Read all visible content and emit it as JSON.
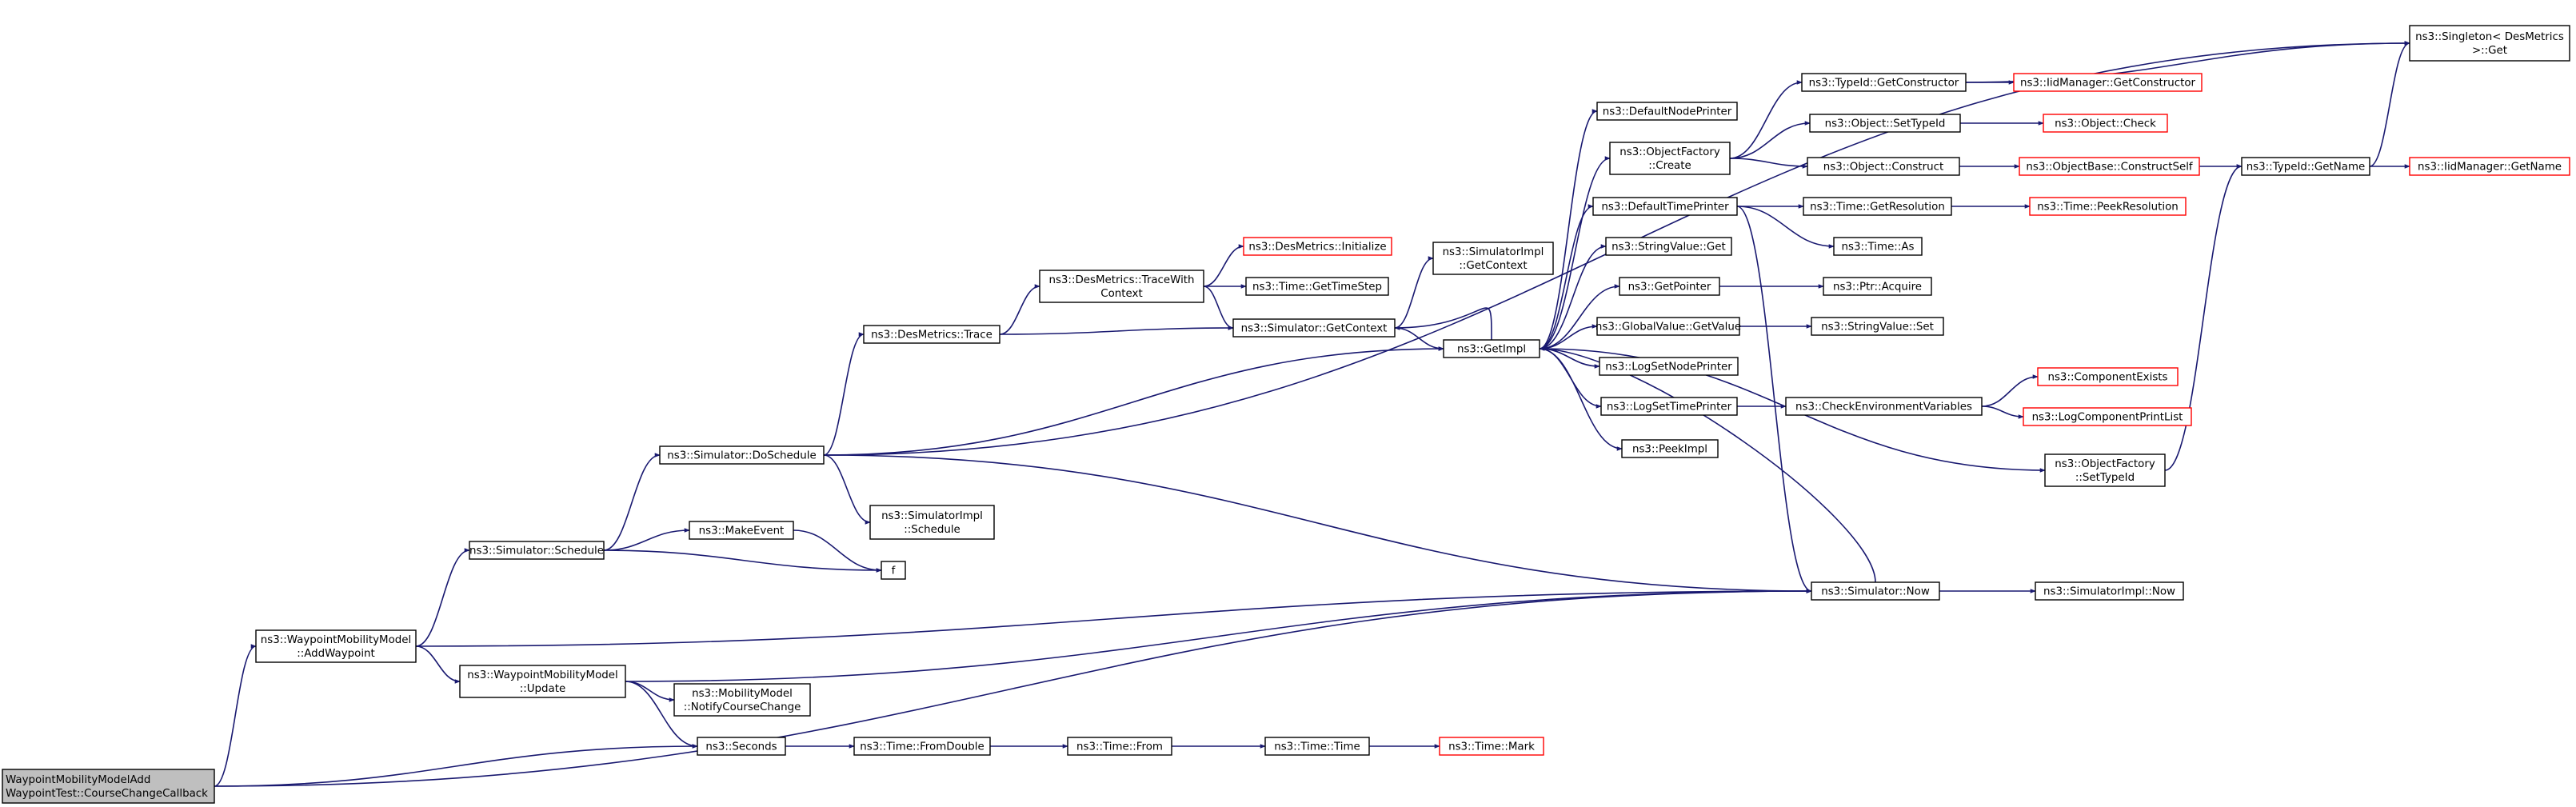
{
  "graph": {
    "nodes": [
      {
        "id": "root",
        "lines": [
          "WaypointMobilityModelAdd",
          "WaypointTest::CourseChangeCallback"
        ],
        "style": "root"
      },
      {
        "id": "addwp",
        "lines": [
          "ns3::WaypointMobilityModel",
          "::AddWaypoint"
        ],
        "style": "normal"
      },
      {
        "id": "seconds",
        "lines": [
          "ns3::Seconds"
        ],
        "style": "normal"
      },
      {
        "id": "now",
        "lines": [
          "ns3::Simulator::Now"
        ],
        "style": "normal"
      },
      {
        "id": "schedule",
        "lines": [
          "ns3::Simulator::Schedule"
        ],
        "style": "normal"
      },
      {
        "id": "update",
        "lines": [
          "ns3::WaypointMobilityModel",
          "::Update"
        ],
        "style": "normal"
      },
      {
        "id": "doschedule",
        "lines": [
          "ns3::Simulator::DoSchedule"
        ],
        "style": "normal"
      },
      {
        "id": "makeevent",
        "lines": [
          "ns3::MakeEvent"
        ],
        "style": "normal"
      },
      {
        "id": "f",
        "lines": [
          "f"
        ],
        "style": "normal"
      },
      {
        "id": "dmtrace",
        "lines": [
          "ns3::DesMetrics::Trace"
        ],
        "style": "normal"
      },
      {
        "id": "getimpl",
        "lines": [
          "ns3::GetImpl"
        ],
        "style": "normal"
      },
      {
        "id": "singleton",
        "lines": [
          "ns3::Singleton< DesMetrics",
          ">::Get"
        ],
        "style": "normal"
      },
      {
        "id": "simimplsched",
        "lines": [
          "ns3::SimulatorImpl",
          "::Schedule"
        ],
        "style": "normal"
      },
      {
        "id": "tracewith",
        "lines": [
          "ns3::DesMetrics::TraceWith",
          "Context"
        ],
        "style": "normal"
      },
      {
        "id": "simgetctx",
        "lines": [
          "ns3::Simulator::GetContext"
        ],
        "style": "normal"
      },
      {
        "id": "dminit",
        "lines": [
          "ns3::DesMetrics::Initialize"
        ],
        "style": "red"
      },
      {
        "id": "gettimestep",
        "lines": [
          "ns3::Time::GetTimeStep"
        ],
        "style": "normal"
      },
      {
        "id": "simimplgetctx",
        "lines": [
          "ns3::SimulatorImpl",
          "::GetContext"
        ],
        "style": "normal"
      },
      {
        "id": "defnodeprinter",
        "lines": [
          "ns3::DefaultNodePrinter"
        ],
        "style": "normal"
      },
      {
        "id": "ofcreate",
        "lines": [
          "ns3::ObjectFactory",
          "::Create"
        ],
        "style": "normal"
      },
      {
        "id": "deftimeprinter",
        "lines": [
          "ns3::DefaultTimePrinter"
        ],
        "style": "normal"
      },
      {
        "id": "strvalget",
        "lines": [
          "ns3::StringValue::Get"
        ],
        "style": "normal"
      },
      {
        "id": "getpointer",
        "lines": [
          "ns3::GetPointer"
        ],
        "style": "normal"
      },
      {
        "id": "gvgetvalue",
        "lines": [
          "ns3::GlobalValue::GetValue"
        ],
        "style": "normal"
      },
      {
        "id": "lognodeprinter",
        "lines": [
          "ns3::LogSetNodePrinter"
        ],
        "style": "normal"
      },
      {
        "id": "logtimeprinter",
        "lines": [
          "ns3::LogSetTimePrinter"
        ],
        "style": "normal"
      },
      {
        "id": "peekimpl",
        "lines": [
          "ns3::PeekImpl"
        ],
        "style": "normal"
      },
      {
        "id": "typeidgetctor",
        "lines": [
          "ns3::TypeId::GetConstructor"
        ],
        "style": "normal"
      },
      {
        "id": "objsettypeid",
        "lines": [
          "ns3::Object::SetTypeId"
        ],
        "style": "normal"
      },
      {
        "id": "objconstruct",
        "lines": [
          "ns3::Object::Construct"
        ],
        "style": "normal"
      },
      {
        "id": "timegetres",
        "lines": [
          "ns3::Time::GetResolution"
        ],
        "style": "normal"
      },
      {
        "id": "timeas",
        "lines": [
          "ns3::Time::As"
        ],
        "style": "normal"
      },
      {
        "id": "ptracquire",
        "lines": [
          "ns3::Ptr::Acquire"
        ],
        "style": "normal"
      },
      {
        "id": "strvalset",
        "lines": [
          "ns3::StringValue::Set"
        ],
        "style": "normal"
      },
      {
        "id": "checkenv",
        "lines": [
          "ns3::CheckEnvironmentVariables"
        ],
        "style": "normal"
      },
      {
        "id": "ofsettypeid",
        "lines": [
          "ns3::ObjectFactory",
          "::SetTypeId"
        ],
        "style": "normal"
      },
      {
        "id": "iidgetctor",
        "lines": [
          "ns3::IidManager::GetConstructor"
        ],
        "style": "red"
      },
      {
        "id": "objcheck",
        "lines": [
          "ns3::Object::Check"
        ],
        "style": "red"
      },
      {
        "id": "objbasecs",
        "lines": [
          "ns3::ObjectBase::ConstructSelf"
        ],
        "style": "red"
      },
      {
        "id": "timepeekres",
        "lines": [
          "ns3::Time::PeekResolution"
        ],
        "style": "red"
      },
      {
        "id": "compexists",
        "lines": [
          "ns3::ComponentExists"
        ],
        "style": "red"
      },
      {
        "id": "logcompprint",
        "lines": [
          "ns3::LogComponentPrintList"
        ],
        "style": "red"
      },
      {
        "id": "typeidgetname",
        "lines": [
          "ns3::TypeId::GetName"
        ],
        "style": "normal"
      },
      {
        "id": "iidgetname",
        "lines": [
          "ns3::IidManager::GetName"
        ],
        "style": "red"
      },
      {
        "id": "simimplnow",
        "lines": [
          "ns3::SimulatorImpl::Now"
        ],
        "style": "normal"
      },
      {
        "id": "mmnotify",
        "lines": [
          "ns3::MobilityModel",
          "::NotifyCourseChange"
        ],
        "style": "normal"
      },
      {
        "id": "timefromdouble",
        "lines": [
          "ns3::Time::FromDouble"
        ],
        "style": "normal"
      },
      {
        "id": "timefrom",
        "lines": [
          "ns3::Time::From"
        ],
        "style": "normal"
      },
      {
        "id": "timetime",
        "lines": [
          "ns3::Time::Time"
        ],
        "style": "normal"
      },
      {
        "id": "timemark",
        "lines": [
          "ns3::Time::Mark"
        ],
        "style": "red"
      }
    ],
    "edges": [
      [
        "root",
        "addwp"
      ],
      [
        "root",
        "seconds"
      ],
      [
        "root",
        "now"
      ],
      [
        "addwp",
        "schedule"
      ],
      [
        "addwp",
        "update"
      ],
      [
        "addwp",
        "now"
      ],
      [
        "schedule",
        "doschedule"
      ],
      [
        "schedule",
        "makeevent"
      ],
      [
        "schedule",
        "f"
      ],
      [
        "makeevent",
        "f"
      ],
      [
        "doschedule",
        "dmtrace"
      ],
      [
        "doschedule",
        "getimpl"
      ],
      [
        "doschedule",
        "now"
      ],
      [
        "doschedule",
        "singleton"
      ],
      [
        "doschedule",
        "simimplsched"
      ],
      [
        "dmtrace",
        "tracewith"
      ],
      [
        "dmtrace",
        "simgetctx"
      ],
      [
        "tracewith",
        "dminit"
      ],
      [
        "tracewith",
        "gettimestep"
      ],
      [
        "tracewith",
        "simgetctx"
      ],
      [
        "simgetctx",
        "getimpl"
      ],
      [
        "simgetctx",
        "simimplgetctx"
      ],
      [
        "getimpl",
        "defnodeprinter"
      ],
      [
        "getimpl",
        "ofcreate"
      ],
      [
        "getimpl",
        "deftimeprinter"
      ],
      [
        "getimpl",
        "strvalget"
      ],
      [
        "getimpl",
        "getpointer"
      ],
      [
        "getimpl",
        "gvgetvalue"
      ],
      [
        "getimpl",
        "lognodeprinter"
      ],
      [
        "getimpl",
        "logtimeprinter"
      ],
      [
        "getimpl",
        "peekimpl"
      ],
      [
        "getimpl",
        "ofsettypeid"
      ],
      [
        "getimpl",
        "simgetctx"
      ],
      [
        "ofcreate",
        "typeidgetctor"
      ],
      [
        "ofcreate",
        "objsettypeid"
      ],
      [
        "ofcreate",
        "objconstruct"
      ],
      [
        "deftimeprinter",
        "timegetres"
      ],
      [
        "deftimeprinter",
        "timeas"
      ],
      [
        "deftimeprinter",
        "now"
      ],
      [
        "getpointer",
        "ptracquire"
      ],
      [
        "gvgetvalue",
        "strvalset"
      ],
      [
        "logtimeprinter",
        "checkenv"
      ],
      [
        "checkenv",
        "compexists"
      ],
      [
        "checkenv",
        "logcompprint"
      ],
      [
        "typeidgetctor",
        "iidgetctor"
      ],
      [
        "typeidgetctor",
        "singleton"
      ],
      [
        "objsettypeid",
        "objcheck"
      ],
      [
        "objconstruct",
        "objbasecs"
      ],
      [
        "objbasecs",
        "typeidgetname"
      ],
      [
        "typeidgetname",
        "iidgetname"
      ],
      [
        "typeidgetname",
        "singleton"
      ],
      [
        "ofsettypeid",
        "typeidgetname"
      ],
      [
        "timegetres",
        "timepeekres"
      ],
      [
        "now",
        "getimpl"
      ],
      [
        "now",
        "simimplnow"
      ],
      [
        "update",
        "now"
      ],
      [
        "update",
        "mmnotify"
      ],
      [
        "update",
        "seconds"
      ],
      [
        "seconds",
        "timefromdouble"
      ],
      [
        "timefromdouble",
        "timefrom"
      ],
      [
        "timefrom",
        "timetime"
      ],
      [
        "timetime",
        "timemark"
      ]
    ]
  }
}
